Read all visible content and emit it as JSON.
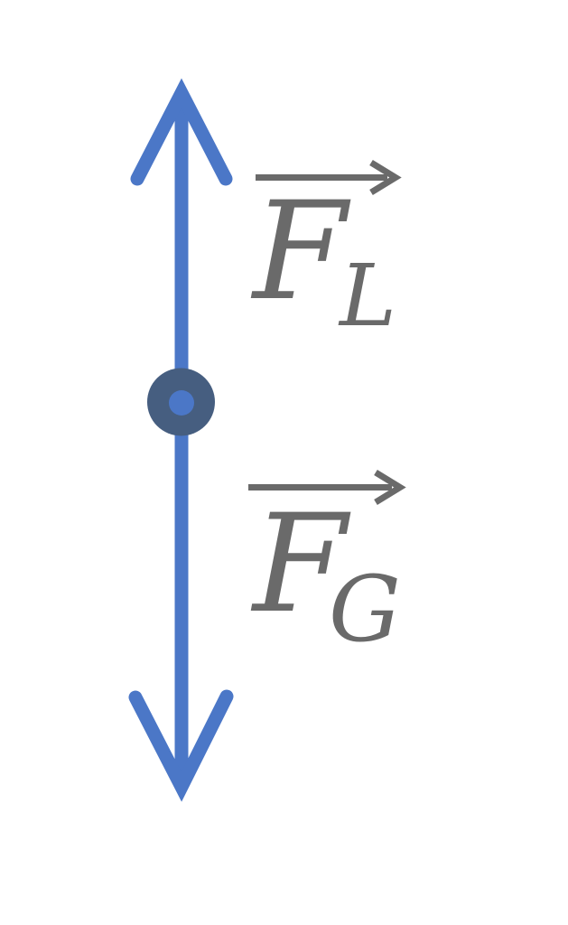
{
  "diagram": {
    "type": "free-body-diagram",
    "background": "#ffffff",
    "colors": {
      "force_blue": "#4B77C7",
      "mass_dark_blue": "#465E80",
      "label_gray": "#6A6A6A"
    },
    "body": {
      "shape": "circle",
      "description": "point mass at center of vertical force line"
    },
    "forces": [
      {
        "id": "lift",
        "symbol": "F",
        "subscript": "L",
        "direction": "up"
      },
      {
        "id": "gravity",
        "symbol": "F",
        "subscript": "G",
        "direction": "down"
      }
    ]
  }
}
